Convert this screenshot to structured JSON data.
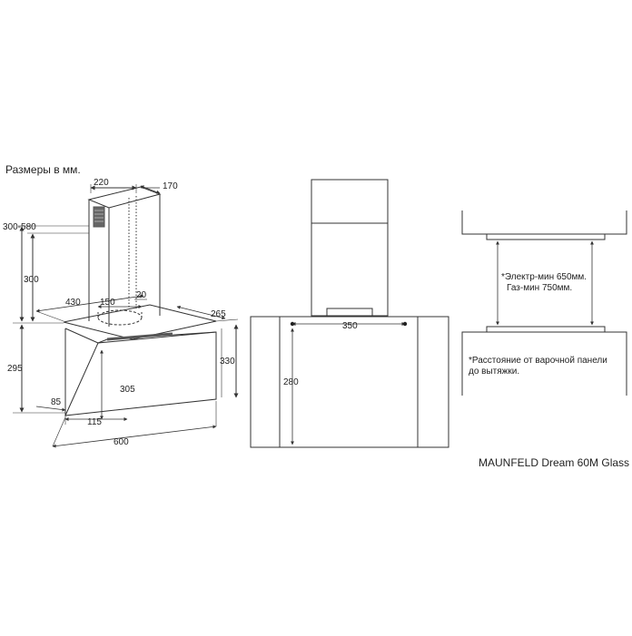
{
  "heading": "Размеры в мм.",
  "side_view": {
    "dim_220": "220",
    "dim_170": "170",
    "dim_300_580": "300-580",
    "dim_300": "300",
    "dim_430": "430",
    "dim_150": "150",
    "dim_20": "20",
    "dim_265": "265",
    "dim_295": "295",
    "dim_330": "330",
    "dim_305": "305",
    "dim_85": "85",
    "dim_115": "115",
    "dim_600": "600"
  },
  "front_view": {
    "dim_350": "350",
    "dim_280": "280"
  },
  "install_view": {
    "note_line1": "*Электр-мин 650мм.",
    "note_line2": "Газ-мин 750мм.",
    "footnote_line1": "*Расстояние от варочной панели",
    "footnote_line2": "до вытяжки."
  },
  "model_name": "MAUNFELD Dream 60M Glass",
  "colors": {
    "line": "#333333",
    "text": "#222222",
    "background": "#ffffff"
  }
}
